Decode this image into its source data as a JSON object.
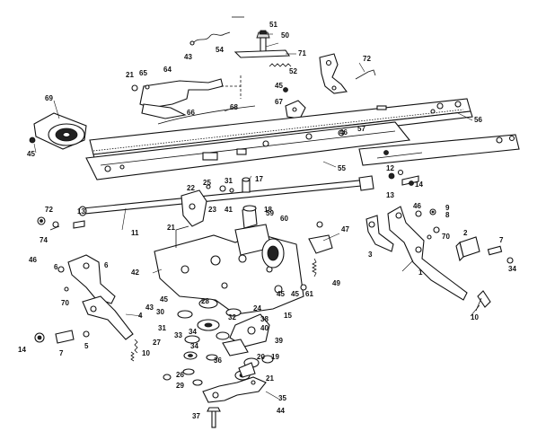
{
  "diagram": {
    "callouts": [
      "51",
      "50",
      "43",
      "54",
      "71",
      "72",
      "21",
      "65",
      "64",
      "52",
      "69",
      "45",
      "67",
      "66",
      "68",
      "56",
      "46",
      "57",
      "45",
      "55",
      "12",
      "14",
      "13",
      "22",
      "25",
      "31",
      "17",
      "23",
      "41",
      "72",
      "13",
      "74",
      "11",
      "21",
      "18",
      "59",
      "60",
      "47",
      "3",
      "46",
      "9",
      "8",
      "70",
      "2",
      "7",
      "34",
      "46",
      "6",
      "42",
      "45",
      "6",
      "1",
      "70",
      "4",
      "43",
      "30",
      "31",
      "27",
      "33",
      "45",
      "45",
      "61",
      "49",
      "10",
      "26",
      "29",
      "35",
      "37",
      "44",
      "14",
      "7",
      "5",
      "10",
      "36",
      "28",
      "40",
      "38",
      "15",
      "39",
      "20",
      "19",
      "21",
      "32",
      "34",
      "34",
      "24"
    ]
  }
}
